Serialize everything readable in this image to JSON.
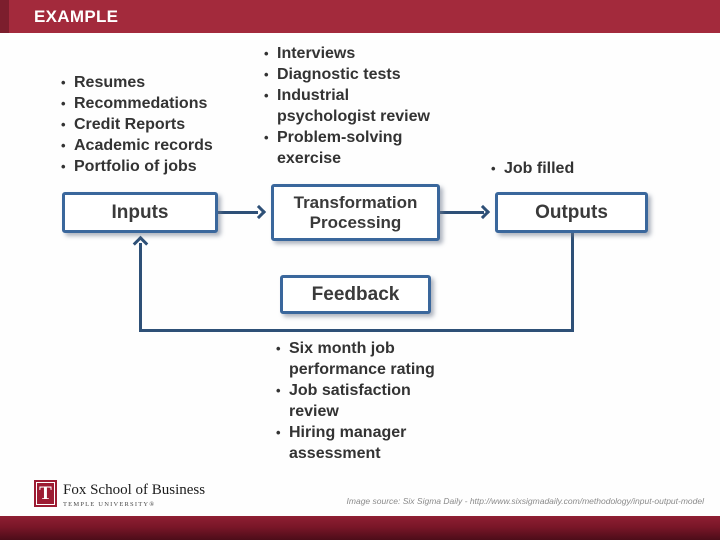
{
  "slide": {
    "title": "EXAMPLE"
  },
  "diagram": {
    "input_items": [
      "Resumes",
      "Recommedations",
      "Credit Reports",
      "Academic records",
      "Portfolio of jobs"
    ],
    "process_items": [
      "Interviews",
      "Diagnostic tests",
      "Industrial psychologist review",
      "Problem-solving exercise"
    ],
    "output_items": [
      "Job filled"
    ],
    "feedback_items": [
      "Six month job performance rating",
      "Job satisfaction review",
      "Hiring manager assessment"
    ],
    "boxes": {
      "inputs": "Inputs",
      "transformation": "Transformation Processing",
      "outputs": "Outputs",
      "feedback": "Feedback"
    }
  },
  "footer": {
    "logo_letter": "T",
    "logo_name": "Fox School of Business",
    "logo_subtitle": "TEMPLE UNIVERSITY®",
    "caption": "Image source: Six Sigma Daily - http://www.sixsigmadaily.com/methodology/input-output-model"
  },
  "colors": {
    "header_red": "#A32A3C",
    "header_dark": "#7C1E2D",
    "accent_blue": "#3A679C",
    "line_blue": "#2E5077",
    "text_dark": "#3A3A3A",
    "footer_top": "#8F1F33",
    "footer_bottom": "#4C0D19",
    "logo_red": "#9D1B32"
  }
}
